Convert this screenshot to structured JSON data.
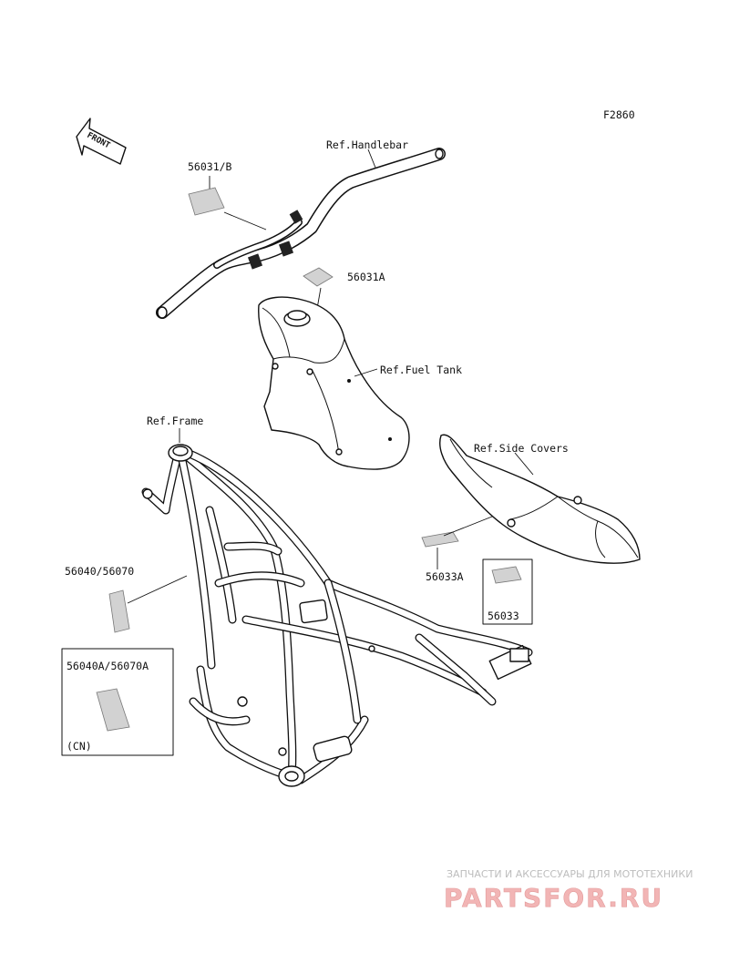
{
  "figure_code": "F2860",
  "front_arrow": {
    "text": "FRONT"
  },
  "callouts": {
    "handlebar": "Ref.Handlebar",
    "decal_56031b": "56031/B",
    "decal_56031a": "56031A",
    "fuel_tank": "Ref.Fuel Tank",
    "frame": "Ref.Frame",
    "side_covers": "Ref.Side Covers",
    "decal_56033a": "56033A",
    "decal_56033": "56033",
    "decal_56040": "56040/56070",
    "decal_56040a": "56040A/56070A",
    "cn_note": "(CN)"
  },
  "watermark": {
    "caption": "ЗАПЧАСТИ И АКСЕССУАРЫ ДЛЯ МОТОТЕХНИКИ",
    "brand": "PARTSFOR.RU"
  },
  "colors": {
    "ink": "#111111",
    "decal_fill": "#d2d2d2",
    "watermark_red": "#f2b5b5"
  }
}
